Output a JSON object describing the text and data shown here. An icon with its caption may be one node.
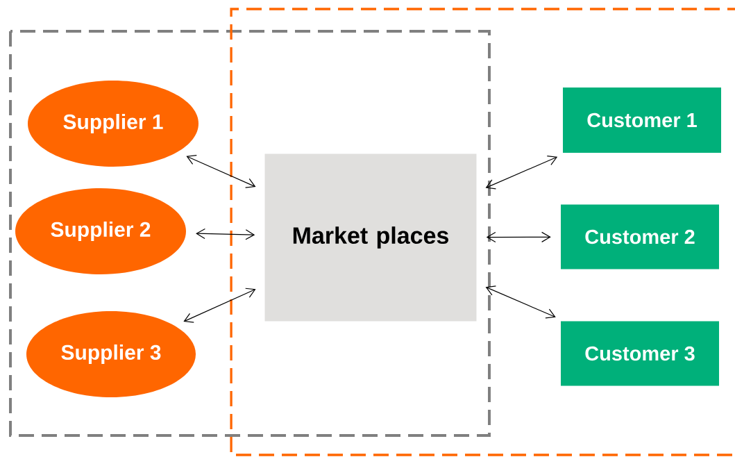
{
  "diagram": {
    "nodes": [
      {
        "text": [
          "Supplier 1"
        ]
      },
      {
        "text": [
          "Supplier 2"
        ]
      },
      {
        "text": [
          "Supplier 3"
        ]
      },
      {
        "text": [
          "Market places"
        ]
      },
      {
        "text": [
          "Customer 1"
        ]
      },
      {
        "text": [
          "Customer 2"
        ]
      },
      {
        "text": [
          "Customer 3"
        ]
      }
    ],
    "edges": [
      {
        "from": 0,
        "to": 3,
        "arrow": "both"
      },
      {
        "from": 1,
        "to": 3,
        "arrow": "both"
      },
      {
        "from": 2,
        "to": 3,
        "arrow": "both"
      },
      {
        "from": 3,
        "to": 4,
        "arrow": "both"
      },
      {
        "from": 3,
        "to": 5,
        "arrow": "both"
      },
      {
        "from": 3,
        "to": 6,
        "arrow": "both"
      }
    ]
  }
}
